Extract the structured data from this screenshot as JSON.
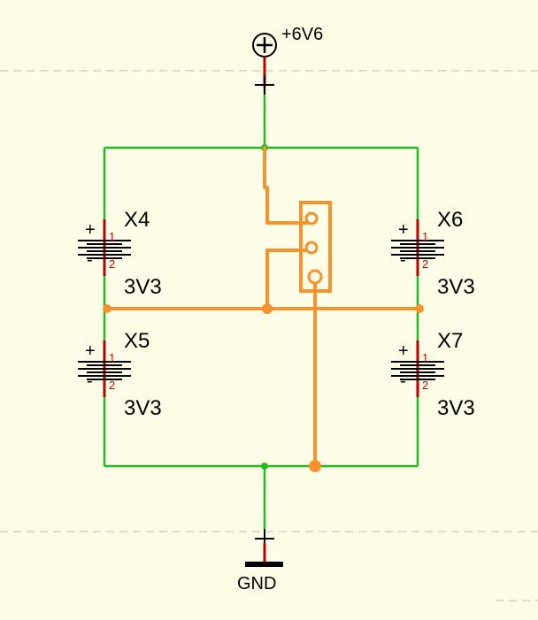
{
  "colors": {
    "background": "#fdfce6",
    "wire_green": "#22bb22",
    "wire_orange": "#f7932f",
    "pin_red": "#bb0000",
    "symbol_black": "#000000",
    "sheet_dash": "#bdbdbd"
  },
  "power": {
    "supply_label": "+6V6",
    "ground_label": "GND",
    "supply_icon": "circle-plus-icon",
    "ground_icon": "ground-bar-icon"
  },
  "batteries": [
    {
      "ref": "X4",
      "value": "3V3",
      "pin1": "1",
      "pin2": "2",
      "plus": "+",
      "minus": "-"
    },
    {
      "ref": "X5",
      "value": "3V3",
      "pin1": "1",
      "pin2": "2",
      "plus": "+",
      "minus": "-"
    },
    {
      "ref": "X6",
      "value": "3V3",
      "pin1": "1",
      "pin2": "2",
      "plus": "+",
      "minus": "-"
    },
    {
      "ref": "X7",
      "value": "3V3",
      "pin1": "1",
      "pin2": "2",
      "plus": "+",
      "minus": "-"
    }
  ],
  "connector": {
    "pins": 3,
    "icon": "three-pin-header-icon"
  }
}
